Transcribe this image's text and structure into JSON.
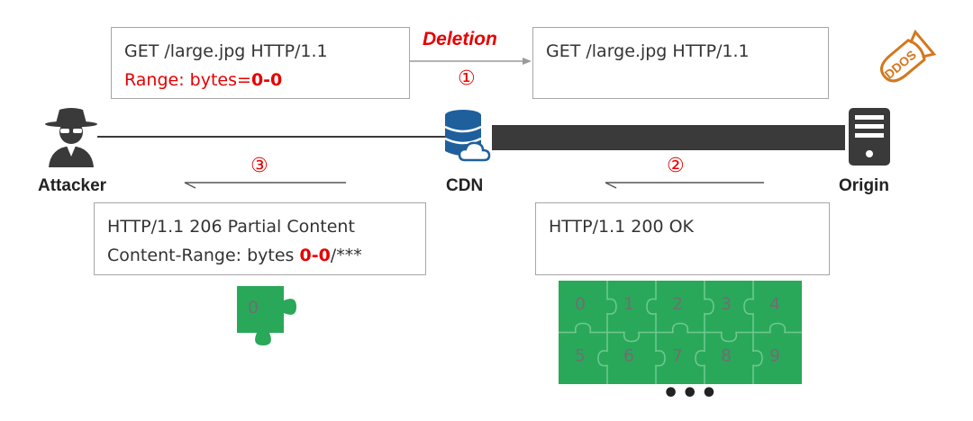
{
  "request_original": {
    "line1": "GET /large.jpg HTTP/1.1",
    "range_prefix": "Range: bytes=",
    "range_value": "0-0"
  },
  "request_forwarded": {
    "line1": "GET /large.jpg HTTP/1.1"
  },
  "deletion_label": "Deletion",
  "steps": [
    "①",
    "②",
    "③"
  ],
  "response_origin": {
    "line1": "HTTP/1.1 200 OK"
  },
  "response_client": {
    "line1": "HTTP/1.1 206 Partial Content",
    "range_prefix": "Content-Range: bytes ",
    "range_value": "0-0",
    "range_suffix": "/***"
  },
  "actors": {
    "attacker": "Attacker",
    "cdn": "CDN",
    "origin": "Origin"
  },
  "dos_badge": "DDOS",
  "puzzle_single": "0",
  "puzzle_grid": [
    "0",
    "1",
    "2",
    "3",
    "4",
    "5",
    "6",
    "7",
    "8",
    "9"
  ],
  "ellipsis": "•••",
  "colors": {
    "accent": "#e60000",
    "puzzle": "#2aa85a",
    "pipe": "#3a3a3a",
    "cdn": "#1f5f9c",
    "bomb": "#d3781f"
  }
}
